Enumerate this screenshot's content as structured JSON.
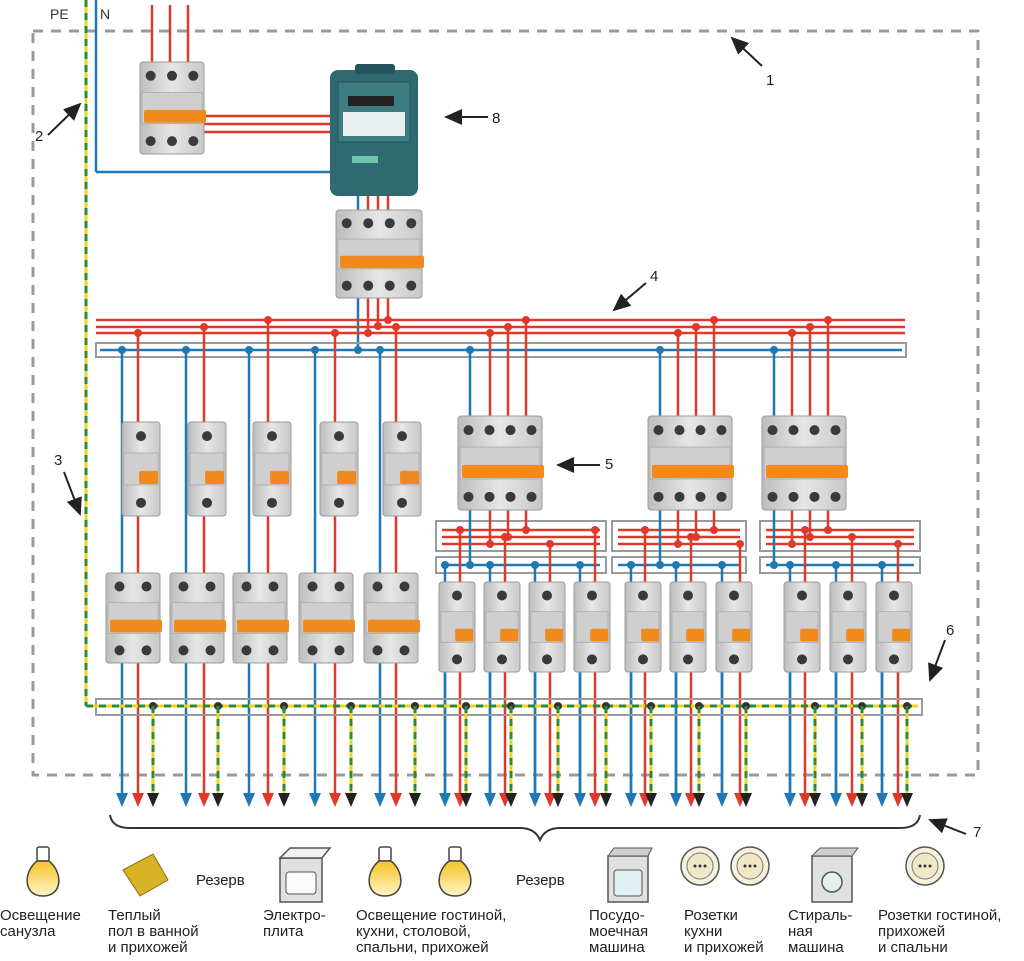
{
  "title": "Electrical distribution panel wiring diagram",
  "conductor_labels": {
    "pe": "PE",
    "n": "N"
  },
  "callouts": [
    {
      "id": "1",
      "label": "1",
      "target": "enclosure-boundary"
    },
    {
      "id": "2",
      "label": "2",
      "target": "pe-conductor"
    },
    {
      "id": "3",
      "label": "3",
      "target": "pe-conductor-vertical"
    },
    {
      "id": "4",
      "label": "4",
      "target": "busbars"
    },
    {
      "id": "5",
      "label": "5",
      "target": "rcd"
    },
    {
      "id": "6",
      "label": "6",
      "target": "pe-busbar"
    },
    {
      "id": "7",
      "label": "7",
      "target": "outgoing-lines"
    },
    {
      "id": "8",
      "label": "8",
      "target": "energy-meter"
    }
  ],
  "colors": {
    "phase": "#e0382b",
    "neutral": "#1f78b4",
    "pe_yellow": "#f2d024",
    "pe_green": "#2a8a3a",
    "enclosure": "#9a9a9a",
    "breaker_body": "#d8d8d8",
    "breaker_handle": "#f08a1c",
    "meter_body": "#2f6a72"
  },
  "loads": [
    {
      "icon": "light-bulb-icon",
      "label": "Освещение\nсанузла"
    },
    {
      "icon": "heated-floor-icon",
      "label": "Теплый\nпол в ванной\nи прихожей"
    },
    {
      "icon": "none",
      "label": "Резерв"
    },
    {
      "icon": "electric-stove-icon",
      "label": "Электро-\nплита"
    },
    {
      "icon": "light-bulb-icon",
      "label": "Освещение гостиной,\nкухни, столовой,\nспальни, прихожей"
    },
    {
      "icon": "none",
      "label": "Резерв"
    },
    {
      "icon": "dishwasher-icon",
      "label": "Посудо-\nмоечная\nмашина"
    },
    {
      "icon": "socket-icon",
      "label": "Розетки\nкухни\nи прихожей"
    },
    {
      "icon": "washing-machine-icon",
      "label": "Стираль-\nная\nмашина"
    },
    {
      "icon": "socket-icon",
      "label": "Розетки гостиной,\nприхожей\nи спальни"
    }
  ]
}
